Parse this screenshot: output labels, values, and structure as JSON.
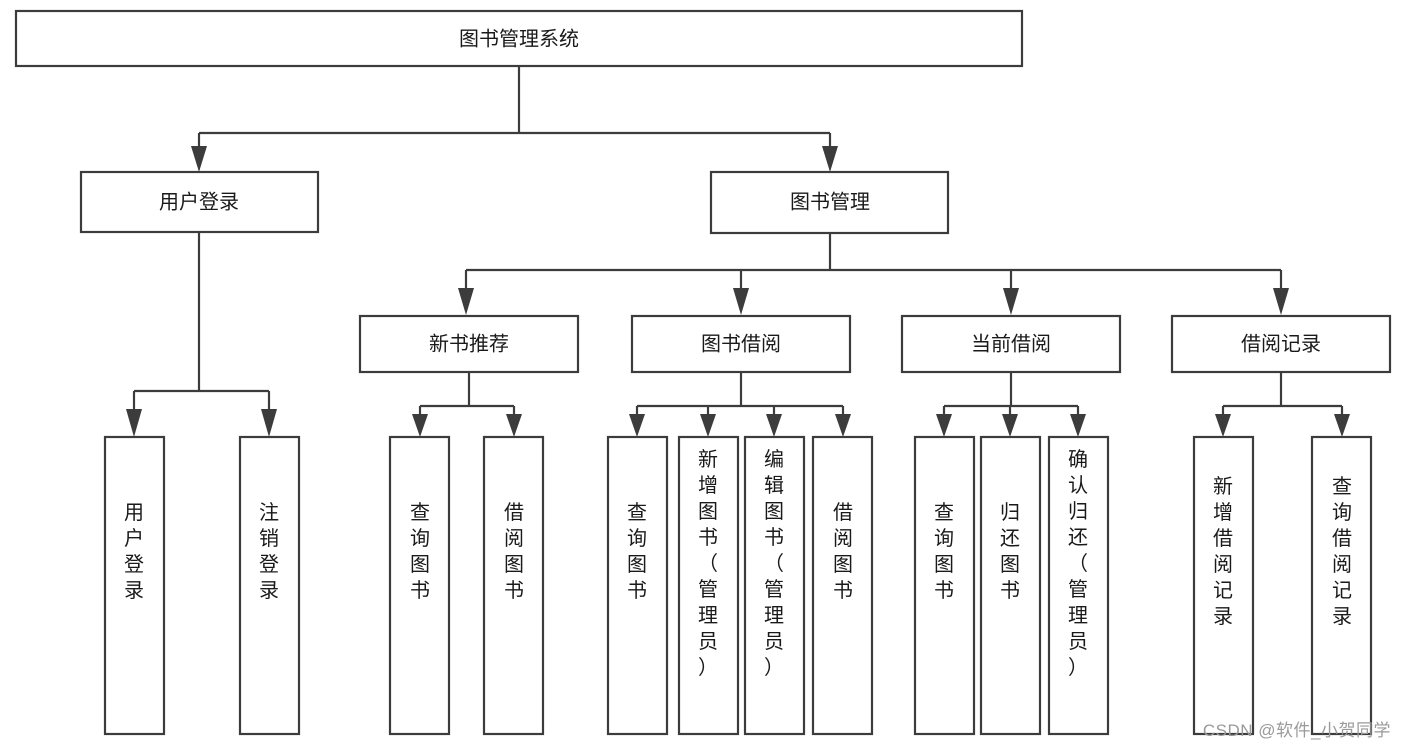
{
  "diagram": {
    "type": "tree",
    "title": "图书管理系统",
    "orientation": "top-down",
    "watermark": "CSDN @软件_小贺同学",
    "colors": {
      "stroke": "#3c3c3c",
      "fill": "#ffffff",
      "text": "#1a1a1a",
      "watermark": "#9a9a9a"
    },
    "levels": [
      {
        "level": 1,
        "nodes": [
          {
            "id": "root",
            "label": "图书管理系统",
            "orientation": "horizontal"
          }
        ]
      },
      {
        "level": 2,
        "nodes": [
          {
            "id": "login",
            "label": "用户登录",
            "orientation": "horizontal",
            "parent": "root"
          },
          {
            "id": "bookmgmt",
            "label": "图书管理",
            "orientation": "horizontal",
            "parent": "root"
          }
        ]
      },
      {
        "level": 3,
        "nodes": [
          {
            "id": "newrec",
            "label": "新书推荐",
            "orientation": "horizontal",
            "parent": "bookmgmt"
          },
          {
            "id": "borrow",
            "label": "图书借阅",
            "orientation": "horizontal",
            "parent": "bookmgmt"
          },
          {
            "id": "current",
            "label": "当前借阅",
            "orientation": "horizontal",
            "parent": "bookmgmt"
          },
          {
            "id": "records",
            "label": "借阅记录",
            "orientation": "horizontal",
            "parent": "bookmgmt"
          }
        ]
      },
      {
        "level": 4,
        "nodes": [
          {
            "id": "leaf-1",
            "label": "用户登录",
            "orientation": "vertical",
            "parent": "login"
          },
          {
            "id": "leaf-2",
            "label": "注销登录",
            "orientation": "vertical",
            "parent": "login"
          },
          {
            "id": "leaf-3",
            "label": "查询图书",
            "orientation": "vertical",
            "parent": "newrec"
          },
          {
            "id": "leaf-4",
            "label": "借阅图书",
            "orientation": "vertical",
            "parent": "newrec"
          },
          {
            "id": "leaf-5",
            "label": "查询图书",
            "orientation": "vertical",
            "parent": "borrow"
          },
          {
            "id": "leaf-6",
            "label": "新增图书（管理员）",
            "orientation": "vertical",
            "parent": "borrow"
          },
          {
            "id": "leaf-7",
            "label": "编辑图书（管理员）",
            "orientation": "vertical",
            "parent": "borrow"
          },
          {
            "id": "leaf-8",
            "label": "借阅图书",
            "orientation": "vertical",
            "parent": "borrow"
          },
          {
            "id": "leaf-9",
            "label": "查询图书",
            "orientation": "vertical",
            "parent": "current"
          },
          {
            "id": "leaf-10",
            "label": "归还图书",
            "orientation": "vertical",
            "parent": "current"
          },
          {
            "id": "leaf-11",
            "label": "确认归还（管理员）",
            "orientation": "vertical",
            "parent": "current"
          },
          {
            "id": "leaf-12",
            "label": "新增借阅记录",
            "orientation": "vertical",
            "parent": "records"
          },
          {
            "id": "leaf-13",
            "label": "查询借阅记录",
            "orientation": "vertical",
            "parent": "records"
          }
        ]
      }
    ]
  }
}
